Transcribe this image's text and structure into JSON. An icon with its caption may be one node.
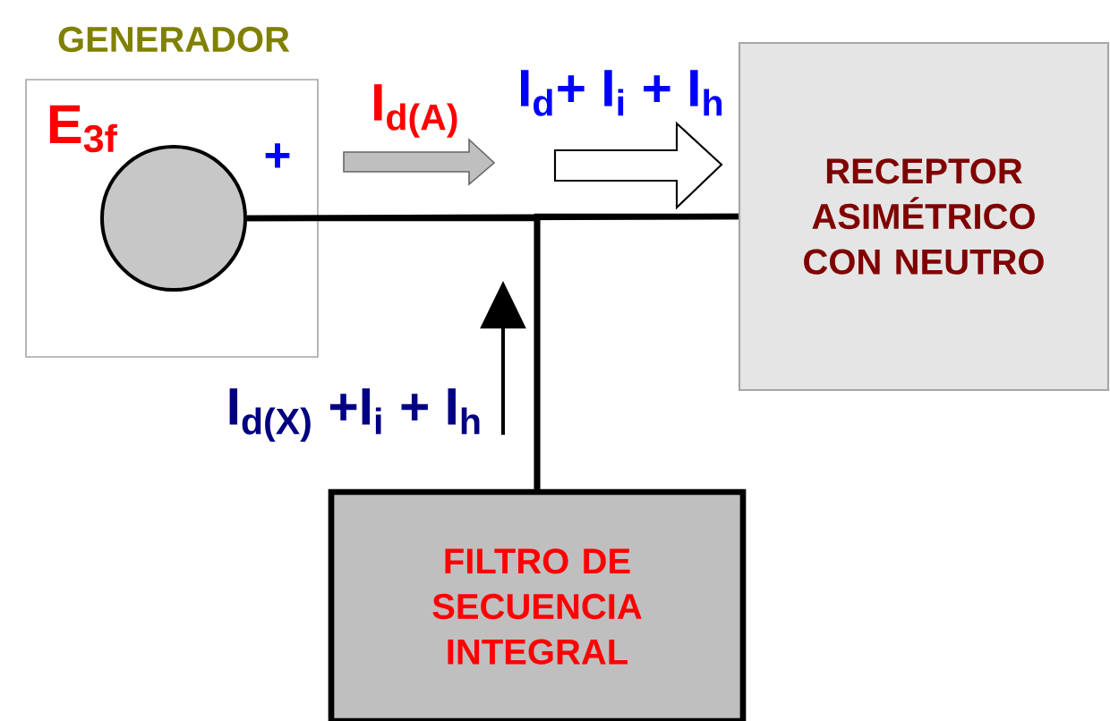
{
  "diagram": {
    "nodes": [
      {
        "text": [
          "GENERADOR",
          "E$_{3f}$",
          "+"
        ]
      },
      {
        "text": [],
        "shape": "circle",
        "in": 0
      },
      {
        "text": [
          "RECEPTOR ASIMÉTRICO CON NEUTRO"
        ]
      },
      {
        "text": [
          "FILTRO DE SECUENCIA INTEGRAL"
        ]
      }
    ],
    "edges": [
      {
        "from": 1,
        "to": 2,
        "arrow": "none"
      },
      {
        "from": 3,
        "to": 1,
        "arrow": "none"
      },
      {
        "from": 3,
        "to": 2,
        "arrow": "none"
      }
    ],
    "labels": [
      "I$_{d(A)}$",
      "I$_{d}$+ I$_{i}$ + I$_{h}$",
      "I$_{d(X)}$ +I$_{i}$ + I$_{h}$"
    ]
  }
}
